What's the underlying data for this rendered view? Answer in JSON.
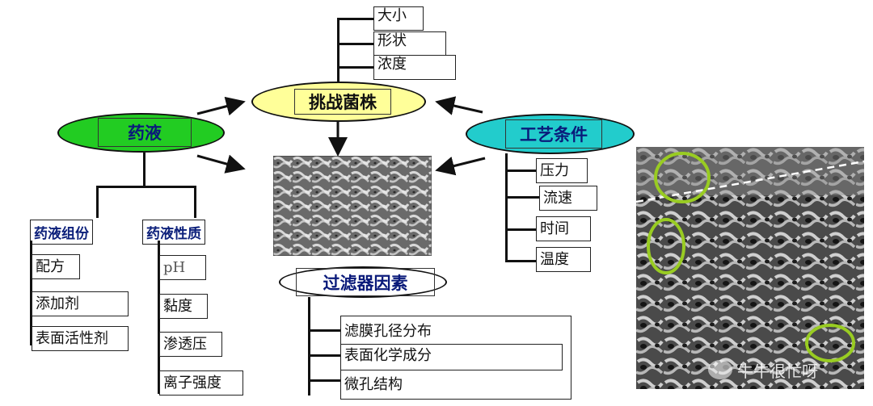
{
  "center": {
    "challenge": "挑战菌株",
    "solution": "药液",
    "process": "工艺条件",
    "filter": "过滤器因素"
  },
  "challenge_items": [
    "大小",
    "形状",
    "浓度"
  ],
  "solution_groups": {
    "composition": {
      "title": "药液组份",
      "items": [
        "配方",
        "添加剂",
        "表面活性剂"
      ]
    },
    "property": {
      "title": "药液性质",
      "items": [
        "pH",
        "黏度",
        "渗透压",
        "离子强度"
      ]
    }
  },
  "process_items": [
    "压力",
    "流速",
    "时间",
    "温度"
  ],
  "filter_items": [
    "滤膜孔径分布",
    "表面化学成分",
    "微孔结构"
  ],
  "watermark": "牛牛很忙呀",
  "colors": {
    "challenge": "#ffff99",
    "solution": "#22cc22",
    "process": "#22cccc",
    "highlight": "#99cc22"
  }
}
